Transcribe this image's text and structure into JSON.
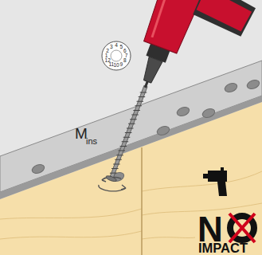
{
  "diagram": {
    "labels": [
      "M",
      "ins",
      "1",
      "2",
      "3",
      "4",
      "5",
      "6",
      "7",
      "8",
      "9",
      "10",
      "11",
      "12",
      "N",
      "IMPACT"
    ]
  }
}
